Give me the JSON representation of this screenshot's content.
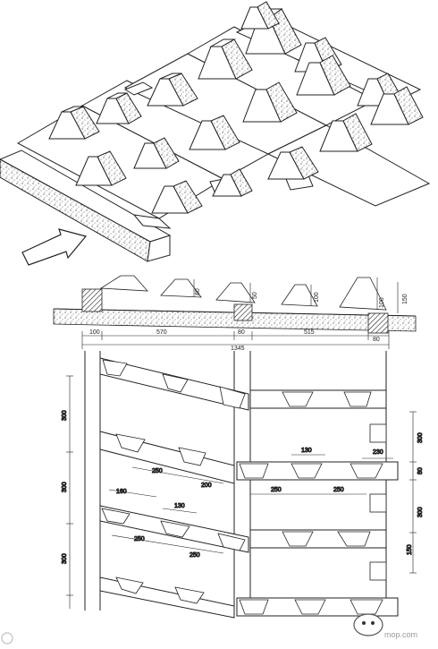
{
  "section": {
    "labels": {
      "a": "100",
      "b": "570",
      "c": "80",
      "d": "515",
      "e": "80",
      "total": "1345",
      "h1": "80",
      "h2": "50",
      "h3": "100",
      "h4": "100",
      "h5": "150"
    }
  },
  "plan": {
    "left": {
      "v1": "300",
      "v2": "300",
      "v3": "300",
      "d250a": "250",
      "d200": "200",
      "d160": "160",
      "d130": "130",
      "d250b": "250",
      "d250c": "250"
    },
    "right": {
      "d130": "130",
      "d230": "230",
      "d250a": "250",
      "d250b": "250",
      "v300a": "300",
      "v80": "80",
      "v300b": "300",
      "v150": "150"
    }
  },
  "watermark": {
    "left": "",
    "right": "mop.com"
  }
}
